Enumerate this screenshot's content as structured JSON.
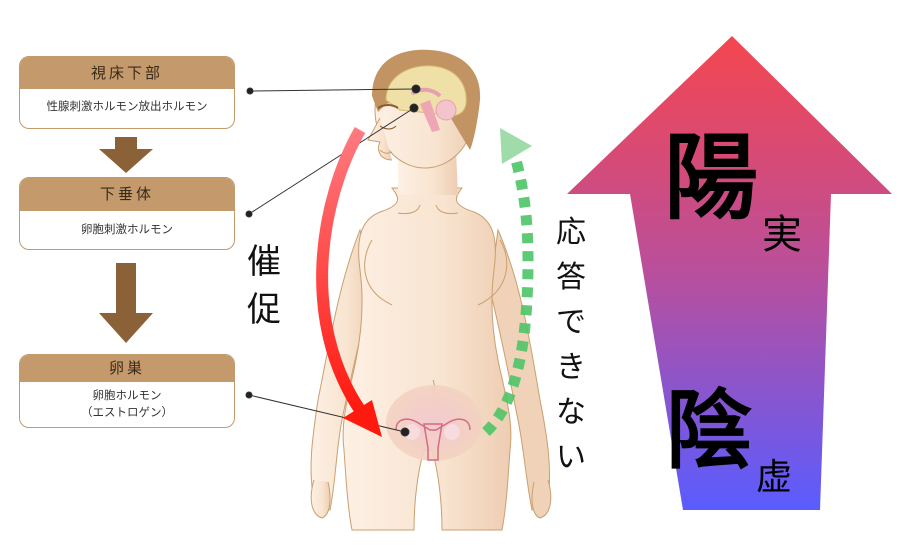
{
  "flow": {
    "boxes": [
      {
        "title": "視床下部",
        "body": [
          "性腺刺激ホルモン放出ホルモン"
        ]
      },
      {
        "title": "下垂体",
        "body": [
          "卵胞刺激ホルモン"
        ]
      },
      {
        "title": "卵巣",
        "body": [
          "卵胞ホルモン",
          "（エストロゲン）"
        ]
      }
    ],
    "arrow_color": "#8b6238",
    "box_color": "#c49a6c"
  },
  "labels": {
    "promote": "催促",
    "promote_chars": [
      "催",
      "促"
    ],
    "no_response": "応答できない",
    "no_response_chars": [
      "応",
      "答",
      "で",
      "き",
      "な",
      "い"
    ]
  },
  "yinyang_arrow": {
    "yang": "陽",
    "yang_sub": "実",
    "yin": "陰",
    "yin_sub": "虚",
    "top_color": "#f5464f",
    "bottom_color": "#5a5cff"
  },
  "colors": {
    "promote_arrow": "#ff2020",
    "response_arrow": "#3db552",
    "skin": "#f8e6d2",
    "hair": "#b8895a"
  }
}
